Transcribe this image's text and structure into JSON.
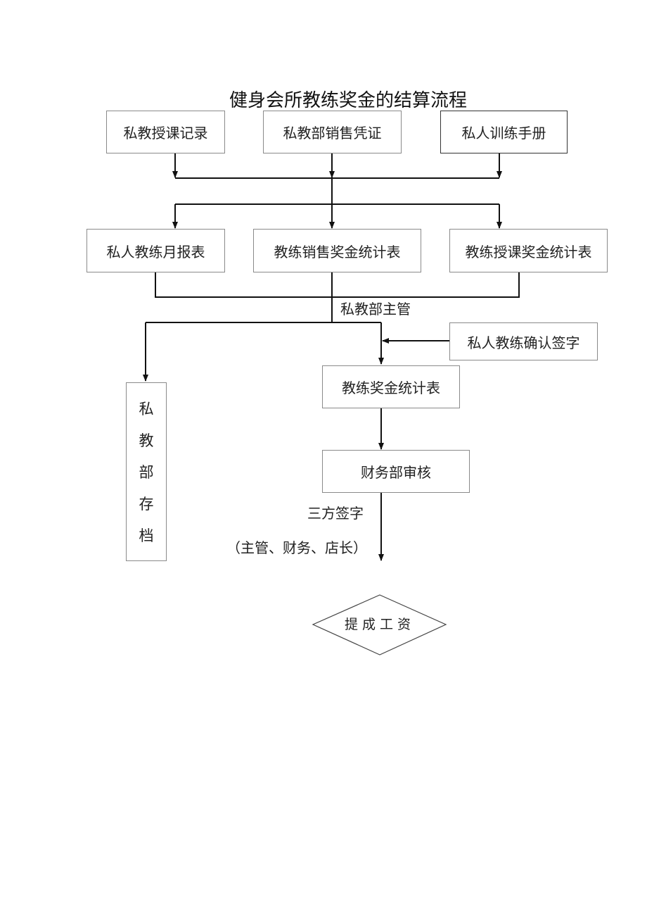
{
  "title": "健身会所教练奖金的结算流程",
  "nodes": {
    "teaching_record": "私教授课记录",
    "sales_voucher": "私教部销售凭证",
    "training_manual": "私人训练手册",
    "monthly_report": "私人教练月报表",
    "sales_bonus_stats": "教练销售奖金统计表",
    "teaching_bonus_stats": "教练授课奖金统计表",
    "supervisor": "私教部主管",
    "coach_confirm": "私人教练确认签字",
    "bonus_stats": "教练奖金统计表",
    "finance_review": "财务部审核",
    "archive_chars": [
      "私",
      "教",
      "部",
      "存",
      "档"
    ],
    "three_party_sign": "三方签字",
    "three_party_members": "（主管、财务、店长）",
    "commission_wage": "提成工资"
  }
}
